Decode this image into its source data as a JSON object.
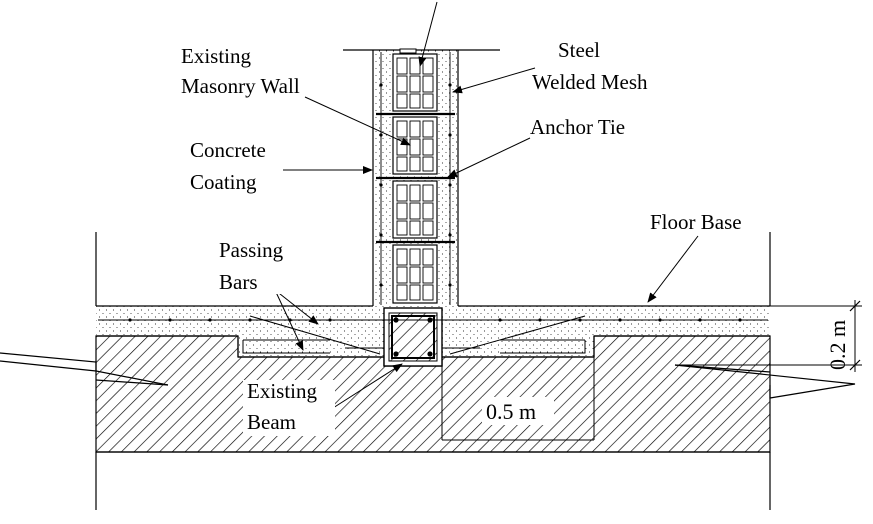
{
  "labels": {
    "existing_masonry_wall_line1": "Existing",
    "existing_masonry_wall_line2": "Masonry Wall",
    "steel_welded_mesh_line1": "Steel",
    "steel_welded_mesh_line2": "Welded Mesh",
    "anchor_tie": "Anchor Tie",
    "concrete_coating_line1": "Concrete",
    "concrete_coating_line2": "Coating",
    "floor_base": "Floor Base",
    "passing_bars_line1": "Passing",
    "passing_bars_line2": "Bars",
    "existing_beam_line1": "Existing",
    "existing_beam_line2": "Beam"
  },
  "dimensions": {
    "slab_thickness": "0.2 m",
    "strip_width": "0.5 m"
  },
  "colors": {
    "ink": "#000000",
    "background": "#ffffff"
  }
}
